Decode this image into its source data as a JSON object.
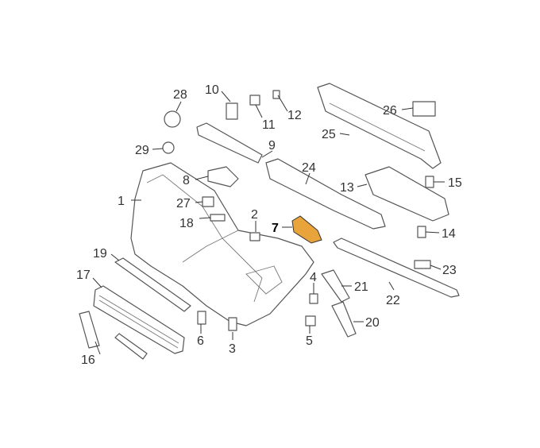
{
  "diagram": {
    "highlight_color": "#e8a33a",
    "highlighted_part": "7",
    "callouts": [
      "1",
      "2",
      "3",
      "4",
      "5",
      "6",
      "7",
      "8",
      "9",
      "10",
      "11",
      "12",
      "13",
      "14",
      "15",
      "16",
      "17",
      "18",
      "19",
      "20",
      "21",
      "22",
      "23",
      "24",
      "25",
      "26",
      "27",
      "28",
      "29"
    ]
  }
}
